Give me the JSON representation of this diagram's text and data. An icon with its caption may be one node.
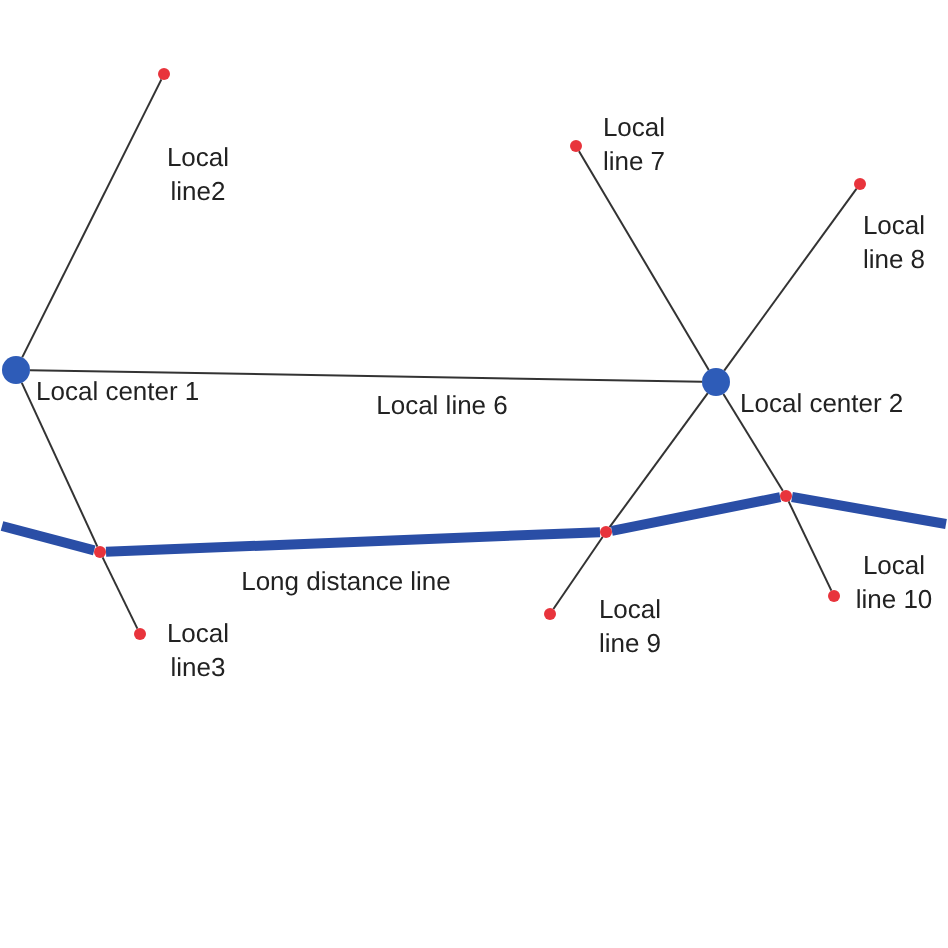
{
  "diagram": {
    "nodes": [
      {
        "text": [],
        "shape": "circle"
      },
      {
        "text": [],
        "shape": "circle"
      },
      {
        "text": [],
        "shape": "circle"
      },
      {
        "text": [
          "Local center 1"
        ]
      },
      {
        "text": [
          "Local center 2"
        ]
      },
      {
        "text": [],
        "shape": "circle"
      },
      {
        "text": [],
        "shape": "circle"
      },
      {
        "text": [],
        "shape": "circle"
      },
      {
        "text": [],
        "shape": "circle"
      },
      {
        "text": [],
        "shape": "circle"
      },
      {
        "text": [],
        "shape": "circle"
      }
    ],
    "edges": [
      {
        "from": 3,
        "to": 0,
        "arrow": "none",
        "label": "Local line2"
      },
      {
        "from": 4,
        "to": 1,
        "arrow": "none",
        "label": "Local line 7"
      },
      {
        "from": 4,
        "to": 2,
        "arrow": "none",
        "label": "Local line 8"
      },
      {
        "from": 3,
        "to": 4,
        "arrow": "none",
        "label": "Local line 6"
      },
      {
        "from": 3,
        "to": 7,
        "arrow": "none"
      },
      {
        "from": 7,
        "to": 10,
        "arrow": "none",
        "label": "Local line3"
      },
      {
        "from": 4,
        "to": 6,
        "arrow": "none"
      },
      {
        "from": 6,
        "to": 9,
        "arrow": "none",
        "label": "Local line 9"
      },
      {
        "from": 4,
        "to": 5,
        "arrow": "none"
      },
      {
        "from": 5,
        "to": 8,
        "arrow": "none",
        "label": "Local line 10"
      },
      {
        "from": null,
        "to": 7,
        "arrow": "none",
        "style": "thick",
        "color": "#2a4ea6"
      },
      {
        "from": 7,
        "to": 6,
        "arrow": "none",
        "style": "thick",
        "color": "#2a4ea6",
        "label": "Long distance line"
      },
      {
        "from": 6,
        "to": 5,
        "arrow": "none",
        "style": "thick",
        "color": "#2a4ea6"
      },
      {
        "from": 5,
        "to": null,
        "arrow": "none",
        "style": "thick",
        "color": "#2a4ea6"
      }
    ]
  }
}
